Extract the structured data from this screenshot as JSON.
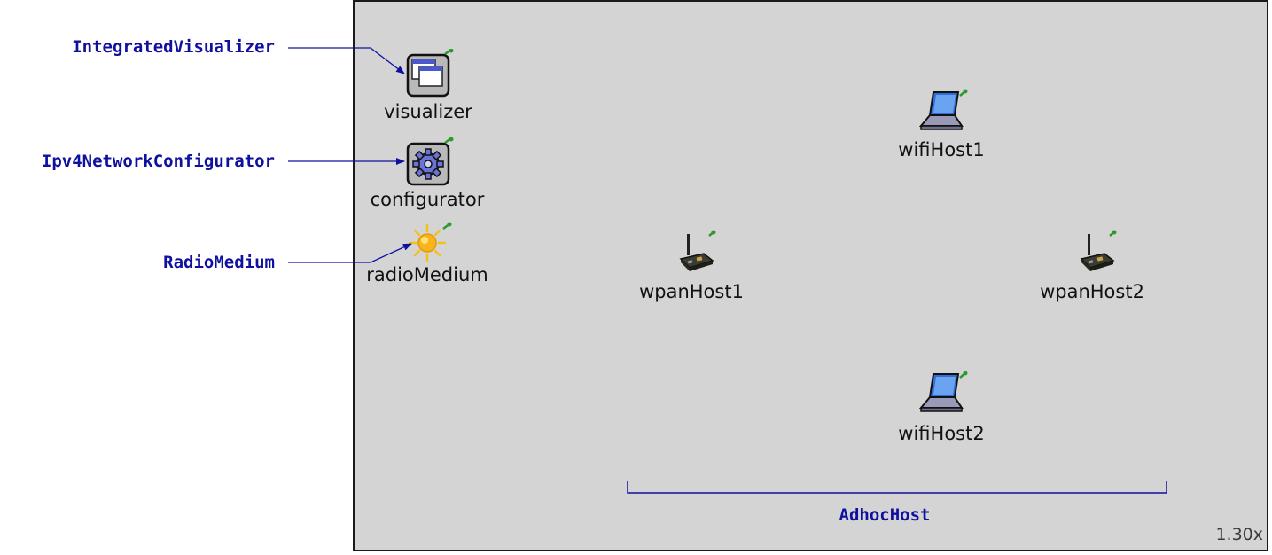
{
  "annotations": {
    "visualizer_type": "IntegratedVisualizer",
    "configurator_type": "Ipv4NetworkConfigurator",
    "radio_medium_type": "RadioMedium",
    "host_group_type": "AdhocHost"
  },
  "nodes": {
    "visualizer": "visualizer",
    "configurator": "configurator",
    "radio_medium": "radioMedium",
    "wifi_host_1": "wifiHost1",
    "wifi_host_2": "wifiHost2",
    "wpan_host_1": "wpanHost1",
    "wpan_host_2": "wpanHost2"
  },
  "canvas": {
    "zoom": "1.30x"
  },
  "colors": {
    "annotation": "#1010a0",
    "canvas_background": "#d4d4d4",
    "pin": "#2e9a2e"
  }
}
